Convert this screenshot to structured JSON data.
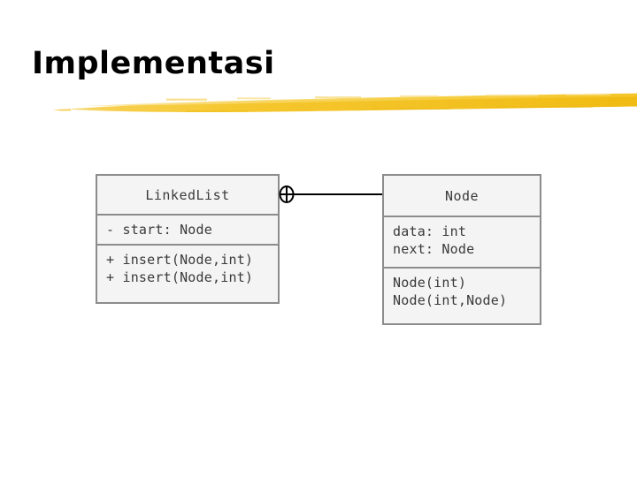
{
  "slide": {
    "title": "Implementasi",
    "accent_color": "#f2c231",
    "background_color": "#ffffff",
    "text_color": "#000000"
  },
  "diagram": {
    "type": "uml-class-diagram",
    "box_fill": "#f4f4f4",
    "box_border": "#8c8c8c",
    "connector_color": "#000000",
    "classes": [
      {
        "name": "LinkedList",
        "attributes": [
          "- start: Node"
        ],
        "operations": [
          "+ insert(Node,int)",
          "+ insert(Node,int)"
        ]
      },
      {
        "name": "Node",
        "attributes": [
          "data: int",
          "next: Node"
        ],
        "operations": [
          "Node(int)",
          "Node(int,Node)"
        ]
      }
    ],
    "connector": {
      "symbol": "crossed-circle",
      "from": "LinkedList",
      "to": "Node"
    }
  }
}
